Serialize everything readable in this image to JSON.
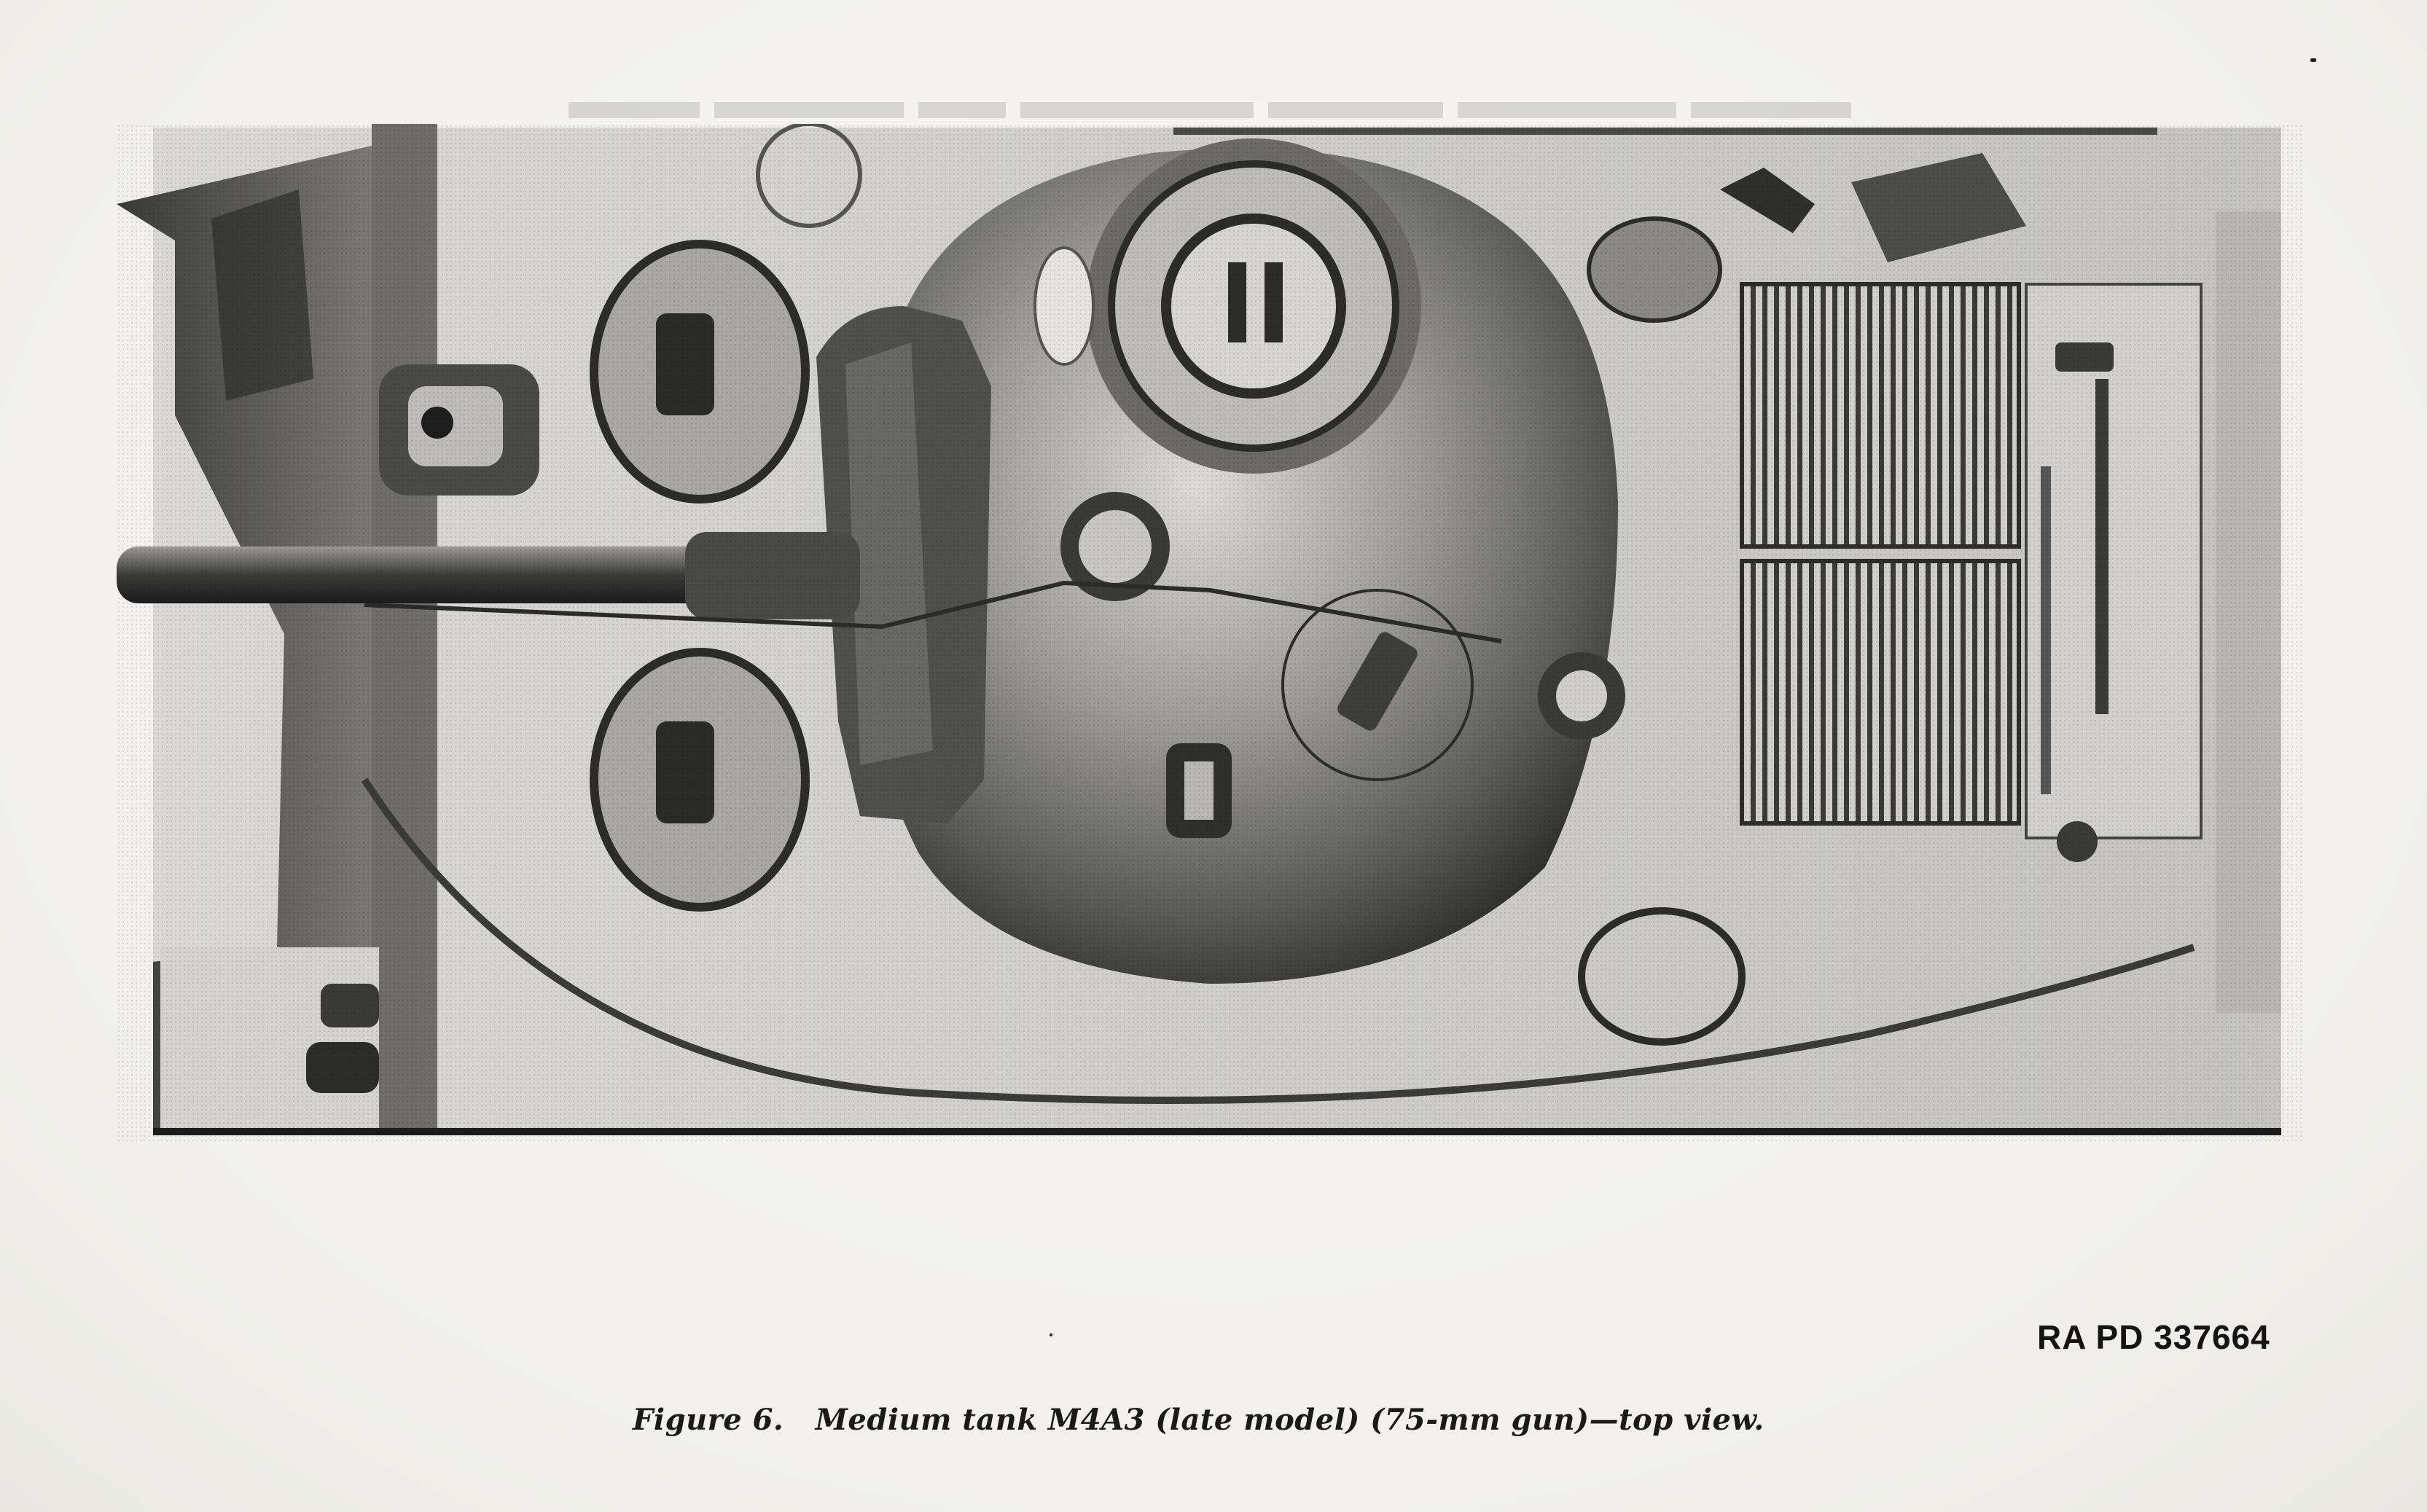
{
  "figure": {
    "plate_number": "RA PD 337664",
    "caption_label": "Figure 6.",
    "caption_text": "Medium tank M4A3 (late model) (75-mm gun)—top view."
  },
  "photo": {
    "subject": "tank-top-view",
    "tone_dark": "#2b2b2b",
    "tone_mid": "#8a8a88",
    "tone_light": "#e4e3df"
  }
}
